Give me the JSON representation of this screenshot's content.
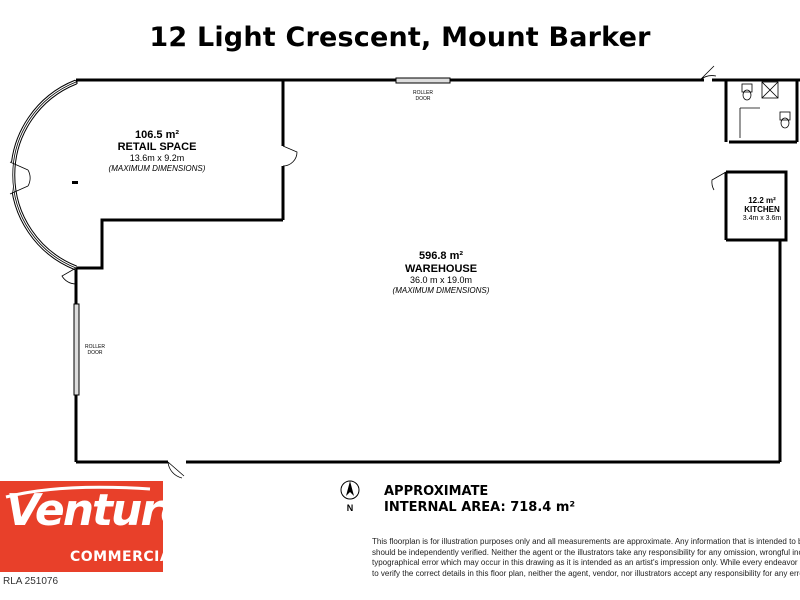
{
  "title": "12 Light Crescent, Mount Barker",
  "rooms": {
    "retail": {
      "area": "106.5 m²",
      "name": "RETAIL SPACE",
      "dims": "13.6m x 9.2m",
      "note": "(MAXIMUM DIMENSIONS)"
    },
    "warehouse": {
      "area": "596.8 m²",
      "name": "WAREHOUSE",
      "dims": "36.0 m x 19.0m",
      "note": "(MAXIMUM DIMENSIONS)"
    },
    "kitchen": {
      "area": "12.2 m²",
      "name": "KITCHEN",
      "dims": "3.4m x 3.6m"
    }
  },
  "roller_doors": {
    "top": {
      "line1": "ROLLER",
      "line2": "DOOR"
    },
    "left": {
      "line1": "ROLLER",
      "line2": "DOOR"
    }
  },
  "compass": {
    "label": "N"
  },
  "total": {
    "line1": "APPROXIMATE",
    "line2": "INTERNAL AREA: 718.4 m²"
  },
  "disclaimer": [
    "This floorplan is for illustration purposes only and all measurements are approximate. Any information that is intended to be relied upon",
    "should be independently verified. Neither the agent or the illustrators take any responsibility for any omission, wrongful inclusion or",
    "typographical error which may occur in this drawing as it is intended as an artist's impression only. While every endeavor has been made",
    "to verify the correct details in this floor plan, neither the agent, vendor, nor illustrators accept any responsibility for any error or omission."
  ],
  "logo": {
    "word1": "Venture",
    "word2": "COMMERCIAL",
    "brand_color": "#e8402a"
  },
  "rla": "RLA 251076"
}
